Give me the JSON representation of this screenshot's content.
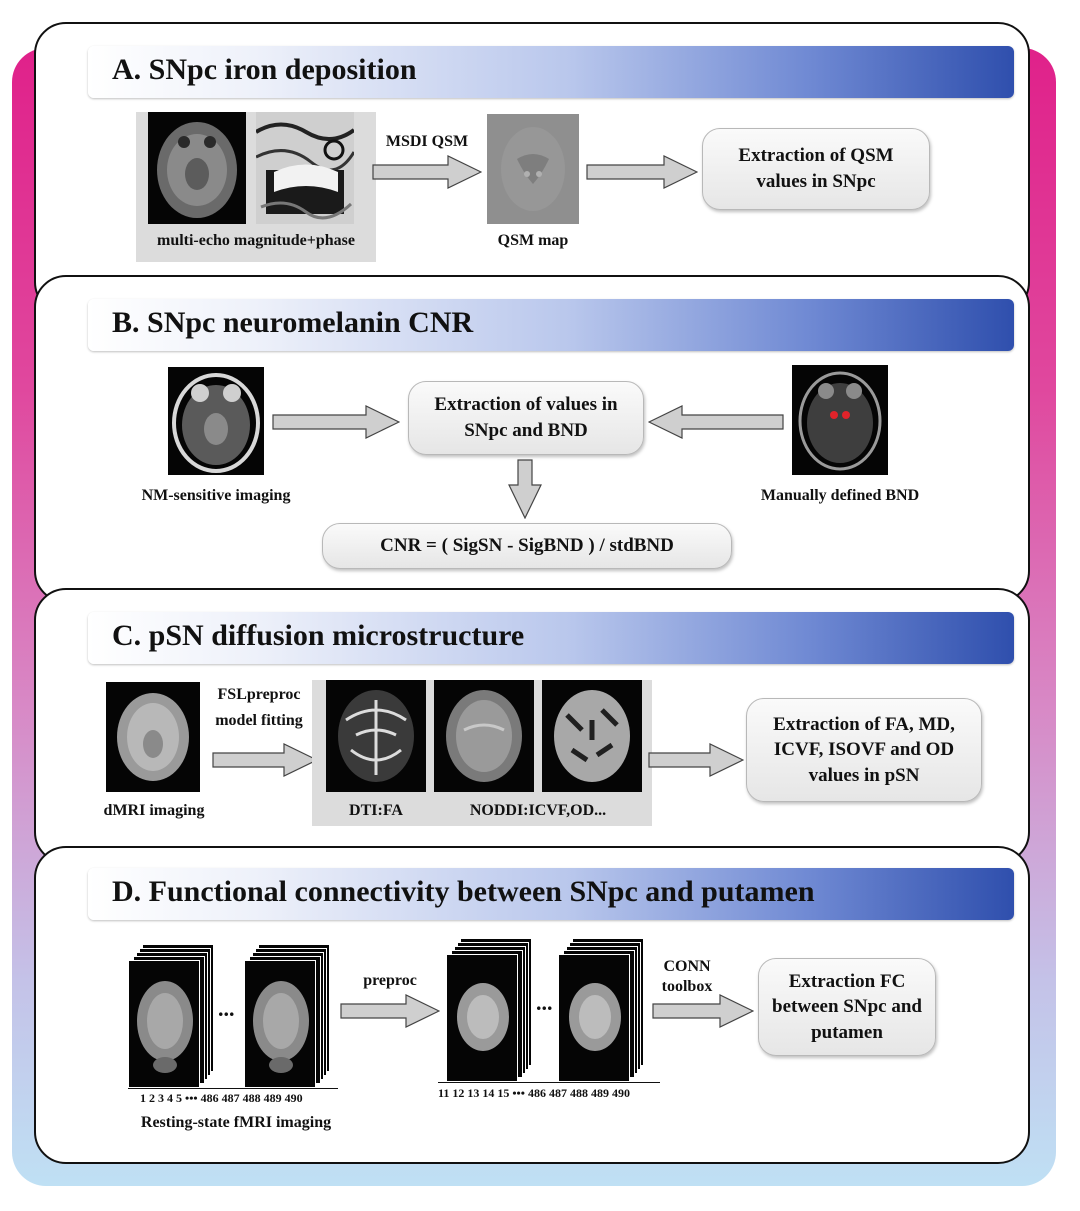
{
  "panelA": {
    "title": "A. SNpc iron deposition",
    "images_caption": "multi-echo magnitude+phase",
    "arrow_label": "MSDI QSM",
    "qsm_caption": "QSM map",
    "box": "Extraction of QSM values in SNpc"
  },
  "panelB": {
    "title": "B. SNpc neuromelanin CNR",
    "left_caption": "NM-sensitive imaging",
    "right_caption": "Manually defined BND",
    "box": "Extraction of values in SNpc and BND",
    "formula": "CNR =  ( SigSN - SigBND ) / stdBND"
  },
  "panelC": {
    "title": "C. pSN diffusion microstructure",
    "left_caption": "dMRI imaging",
    "arrow_label_1": "FSLpreproc",
    "arrow_label_2": "model fitting",
    "caption_dti": "DTI:FA",
    "caption_noddi": "NODDI:ICVF,OD...",
    "box": "Extraction of FA, MD, ICVF, ISOVF and OD values in pSN"
  },
  "panelD": {
    "title": "D. Functional connectivity between SNpc and putamen",
    "arrow_label_1": "preproc",
    "arrow_label_2a": "CONN",
    "arrow_label_2b": "toolbox",
    "ellipsis": "...",
    "ticks_left": "1 2 3 4 5   •••   486 487 488 489 490",
    "ticks_right": "11 12 13 14 15   •••   486 487 488 489 490",
    "caption": "Resting-state fMRI imaging",
    "box": "Extraction FC between SNpc and putamen"
  }
}
